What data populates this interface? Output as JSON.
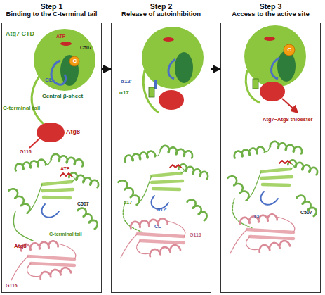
{
  "diagram": {
    "nodes": [
      {
        "text": [
          "Step 1",
          "Binding to the C-terminal tail"
        ]
      },
      {
        "text": [
          "Step 2",
          "Release of autoinhibition"
        ]
      },
      {
        "text": [
          "Step 3",
          "Access to the active site"
        ]
      }
    ],
    "edges": [
      {
        "from": 0,
        "to": 1,
        "arrow": "to"
      },
      {
        "from": 1,
        "to": 2,
        "arrow": "to"
      }
    ],
    "labels": [
      "Atg7 CTD",
      "ATP",
      "C507",
      "C",
      "CL",
      "Central β-sheet",
      "C-terminal tail",
      "Atg8",
      "G116",
      "ATP",
      "C507",
      "C-terminal tail",
      "Atg8",
      "G116",
      "α12'",
      "α17",
      "α12'",
      "CL",
      "α17",
      "G116",
      "C",
      "Atg7~Atg8 thioester",
      "C507",
      "CL"
    ]
  }
}
